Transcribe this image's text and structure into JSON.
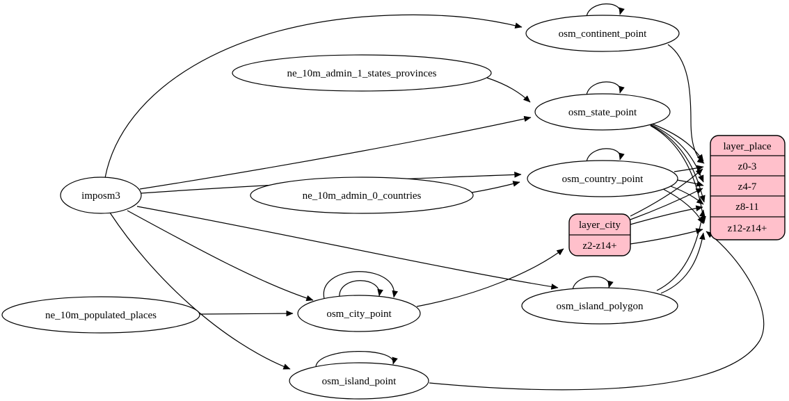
{
  "diagram": {
    "type": "etl-graph",
    "colors": {
      "background": "#ffffff",
      "table_node_fill": "#ffffff",
      "record_node_fill": "#ffc0cb",
      "stroke": "#000000",
      "text": "#000000"
    },
    "nodes": {
      "imposm3": {
        "label": "imposm3",
        "shape": "ellipse"
      },
      "ne_10m_admin_1_states_provinces": {
        "label": "ne_10m_admin_1_states_provinces",
        "shape": "ellipse"
      },
      "ne_10m_admin_0_countries": {
        "label": "ne_10m_admin_0_countries",
        "shape": "ellipse"
      },
      "ne_10m_populated_places": {
        "label": "ne_10m_populated_places",
        "shape": "ellipse"
      },
      "osm_continent_point": {
        "label": "osm_continent_point",
        "shape": "ellipse"
      },
      "osm_state_point": {
        "label": "osm_state_point",
        "shape": "ellipse"
      },
      "osm_country_point": {
        "label": "osm_country_point",
        "shape": "ellipse"
      },
      "osm_island_polygon": {
        "label": "osm_island_polygon",
        "shape": "ellipse"
      },
      "osm_city_point": {
        "label": "osm_city_point",
        "shape": "ellipse"
      },
      "osm_island_point": {
        "label": "osm_island_point",
        "shape": "ellipse"
      }
    },
    "records": {
      "layer_place": {
        "title": "layer_place",
        "rows": [
          "z0-3",
          "z4-7",
          "z8-11",
          "z12-z14+"
        ]
      },
      "layer_city": {
        "title": "layer_city",
        "rows": [
          "z2-z14+"
        ]
      }
    },
    "edges": [
      {
        "from": "imposm3",
        "to": "osm_continent_point"
      },
      {
        "from": "imposm3",
        "to": "osm_state_point"
      },
      {
        "from": "imposm3",
        "to": "osm_country_point"
      },
      {
        "from": "imposm3",
        "to": "osm_city_point"
      },
      {
        "from": "imposm3",
        "to": "osm_island_polygon"
      },
      {
        "from": "imposm3",
        "to": "osm_island_point"
      },
      {
        "from": "ne_10m_admin_1_states_provinces",
        "to": "osm_state_point"
      },
      {
        "from": "ne_10m_admin_0_countries",
        "to": "osm_country_point"
      },
      {
        "from": "ne_10m_populated_places",
        "to": "osm_city_point"
      },
      {
        "from": "osm_continent_point",
        "to": "osm_continent_point",
        "self_loop": true
      },
      {
        "from": "osm_state_point",
        "to": "osm_state_point",
        "self_loop": true
      },
      {
        "from": "osm_country_point",
        "to": "osm_country_point",
        "self_loop": true
      },
      {
        "from": "osm_city_point",
        "to": "osm_city_point",
        "self_loop": true
      },
      {
        "from": "osm_city_point",
        "to": "osm_city_point",
        "self_loop": true
      },
      {
        "from": "osm_island_polygon",
        "to": "osm_island_polygon",
        "self_loop": true
      },
      {
        "from": "osm_island_point",
        "to": "osm_island_point",
        "self_loop": true
      },
      {
        "from": "osm_continent_point",
        "to": "layer_place:z0-3"
      },
      {
        "from": "osm_state_point",
        "to": "layer_place:z0-3"
      },
      {
        "from": "osm_state_point",
        "to": "layer_place:z4-7"
      },
      {
        "from": "osm_state_point",
        "to": "layer_place:z8-11"
      },
      {
        "from": "osm_state_point",
        "to": "layer_place:z12-z14+"
      },
      {
        "from": "osm_country_point",
        "to": "layer_place:z0-3"
      },
      {
        "from": "osm_country_point",
        "to": "layer_place:z4-7"
      },
      {
        "from": "osm_country_point",
        "to": "layer_place:z8-11"
      },
      {
        "from": "osm_country_point",
        "to": "layer_place:z12-z14+"
      },
      {
        "from": "osm_city_point",
        "to": "layer_city:z2-z14+"
      },
      {
        "from": "layer_city:z2-z14+",
        "to": "layer_place:z0-3"
      },
      {
        "from": "layer_city:z2-z14+",
        "to": "layer_place:z4-7"
      },
      {
        "from": "layer_city:z2-z14+",
        "to": "layer_place:z8-11"
      },
      {
        "from": "layer_city:z2-z14+",
        "to": "layer_place:z12-z14+"
      },
      {
        "from": "osm_island_polygon",
        "to": "layer_place:z8-11"
      },
      {
        "from": "osm_island_polygon",
        "to": "layer_place:z12-z14+"
      },
      {
        "from": "osm_island_point",
        "to": "layer_place:z12-z14+"
      }
    ]
  }
}
